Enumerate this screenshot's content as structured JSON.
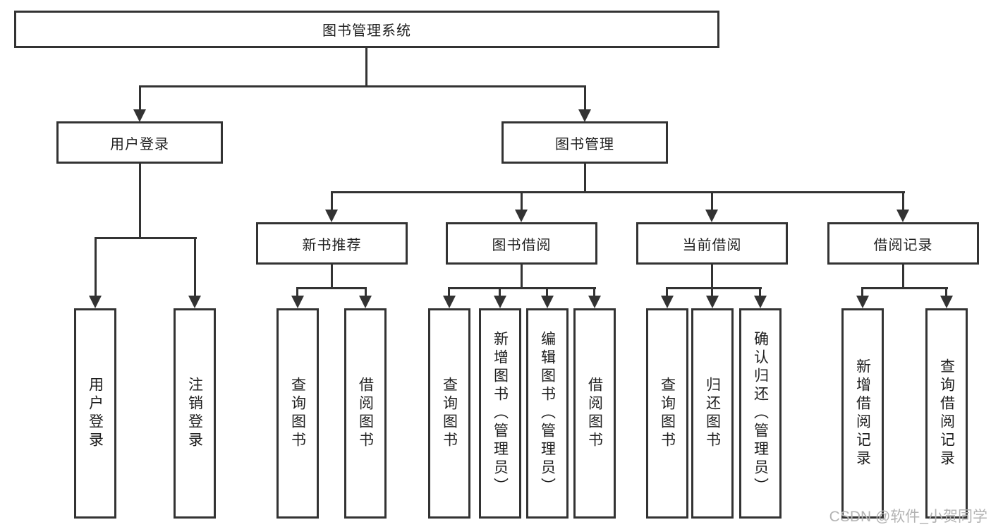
{
  "page": {
    "background": "#ffffff",
    "line_color": "#333333",
    "text_color": "#1f1f1f",
    "watermark_color": "#b3b3b3"
  },
  "tree": {
    "root": {
      "label": "图书管理系统"
    },
    "branches": [
      {
        "label": "用户登录",
        "children": [
          {
            "label": "用户登录"
          },
          {
            "label": "注销登录"
          }
        ]
      },
      {
        "label": "图书管理",
        "groups": [
          {
            "label": "新书推荐",
            "children": [
              {
                "label": "查询图书"
              },
              {
                "label": "借阅图书"
              }
            ]
          },
          {
            "label": "图书借阅",
            "children": [
              {
                "label": "查询图书"
              },
              {
                "label": "新增图书（管理员）"
              },
              {
                "label": "编辑图书（管理员）"
              },
              {
                "label": "借阅图书"
              }
            ]
          },
          {
            "label": "当前借阅",
            "children": [
              {
                "label": "查询图书"
              },
              {
                "label": "归还图书"
              },
              {
                "label": "确认归还（管理员）"
              }
            ]
          },
          {
            "label": "借阅记录",
            "children": [
              {
                "label": "新增借阅记录"
              },
              {
                "label": "查询借阅记录"
              }
            ]
          }
        ]
      }
    ]
  },
  "watermark": {
    "text": "CSDN @软件_小贺同学"
  }
}
